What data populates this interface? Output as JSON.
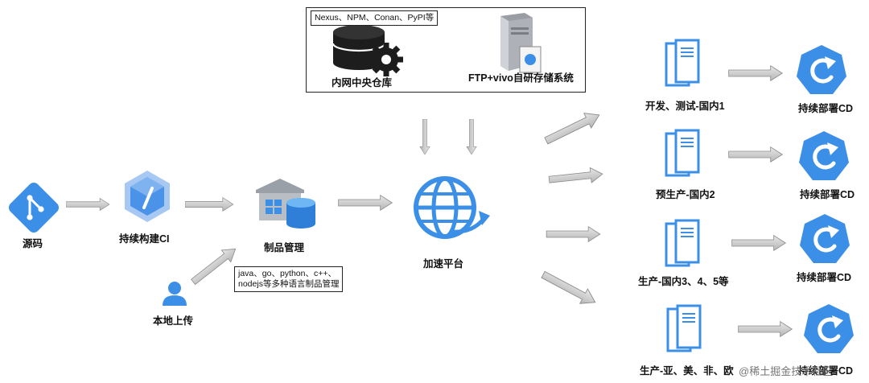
{
  "repo_box": {
    "tags": "Nexus、NPM、Conan、PyPI等",
    "central_repo_label": "内网中央仓库",
    "storage_label": "FTP+vivo自研存储系统"
  },
  "nodes": {
    "source": "源码",
    "ci": "持续构建CI",
    "artifact": "制品管理",
    "artifact_note_line1": "java、go、python、c++、",
    "artifact_note_line2": "nodejs等多种语言制品管理",
    "local_upload": "本地上传",
    "accelerate": "加速平台"
  },
  "environments": [
    {
      "label": "开发、测试-国内1",
      "cd_label": "持续部署CD"
    },
    {
      "label": "预生产-国内2",
      "cd_label": "持续部署CD"
    },
    {
      "label": "生产-国内3、4、5等",
      "cd_label": "持续部署CD"
    },
    {
      "label": "生产-亚、美、非、欧",
      "cd_label": "持续部署CD"
    }
  ],
  "watermark": "@稀土掘金技术社区",
  "colors": {
    "icon_blue": "#3c8fe6",
    "light_blue": "#6aa8ee",
    "arrow_gray": "#c8c8c8",
    "arrow_stroke": "#8a8a8a"
  }
}
